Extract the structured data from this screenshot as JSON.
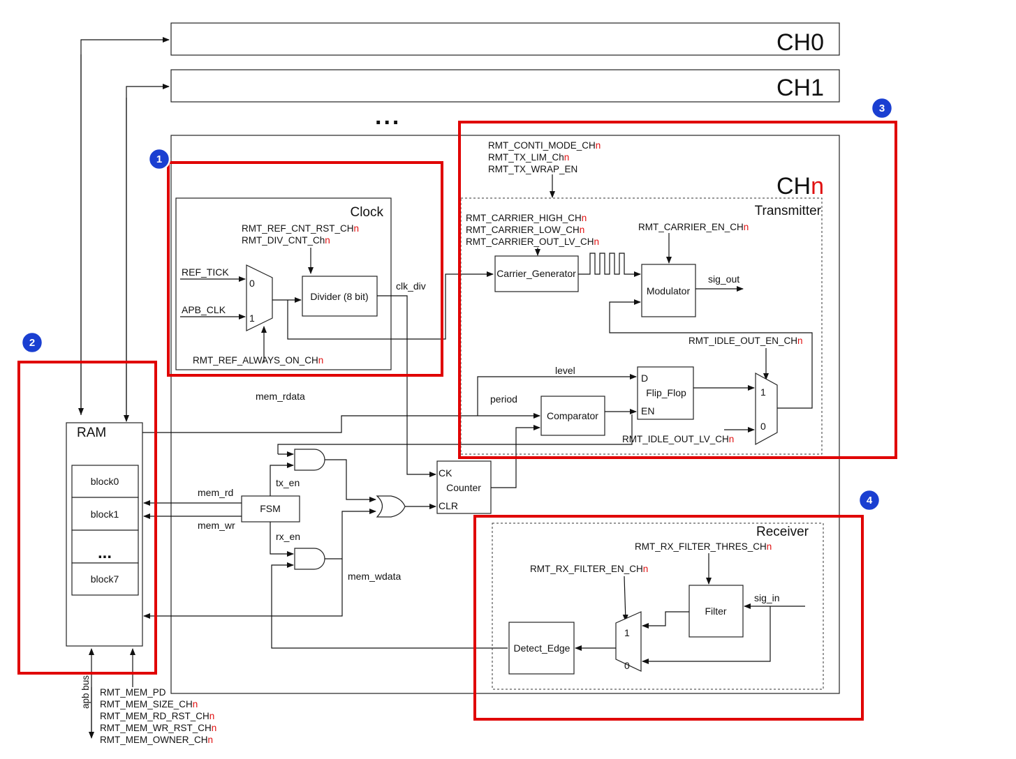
{
  "channels": {
    "ch0": "CH0",
    "ch1": "CH1",
    "ellipsis": "...",
    "chn_prefix": "CH",
    "chn_suffix": "n"
  },
  "clock": {
    "title": "Clock",
    "reg1_prefix": "RMT_REF_CNT_RST_CH",
    "reg2_prefix": "RMT_DIV_CNT_Ch",
    "suffix_n": "n",
    "ref_tick": "REF_TICK",
    "apb_clk": "APB_CLK",
    "mux_in0": "0",
    "mux_in1": "1",
    "divider": "Divider (8 bit)",
    "always_on_prefix": "RMT_REF_ALWAYS_ON_CH",
    "clk_div": "clk_div"
  },
  "ram": {
    "title": "RAM",
    "blocks": [
      "block0",
      "block1",
      "...",
      "block7"
    ],
    "apb_bus": "apb bus",
    "regs": [
      {
        "prefix": "RMT_MEM_PD",
        "suffix": ""
      },
      {
        "prefix": "RMT_MEM_SIZE_CH",
        "suffix": "n"
      },
      {
        "prefix": "RMT_MEM_RD_RST_CH",
        "suffix": "n"
      },
      {
        "prefix": "RMT_MEM_WR_RST_CH",
        "suffix": "n"
      },
      {
        "prefix": "RMT_MEM_OWNER_CH",
        "suffix": "n"
      }
    ]
  },
  "control": {
    "mem_rdata": "mem_rdata",
    "mem_rd": "mem_rd",
    "mem_wr": "mem_wr",
    "fsm": "FSM",
    "tx_en": "tx_en",
    "rx_en": "rx_en",
    "mem_wdata": "mem_wdata",
    "counter": "Counter",
    "ck": "CK",
    "clr": "CLR"
  },
  "transmitter": {
    "title": "Transmitter",
    "top_reg1_prefix": "RMT_CONTI_MODE_CH",
    "top_reg2_prefix": "RMT_TX_LIM_Ch",
    "top_reg3": "RMT_TX_WRAP_EN",
    "carrier_reg1_prefix": "RMT_CARRIER_HIGH_CH",
    "carrier_reg2_prefix": "RMT_CARRIER_LOW_CH",
    "carrier_reg3_prefix": "RMT_CARRIER_OUT_LV_CH",
    "carrier_en_prefix": "RMT_CARRIER_EN_CH",
    "suffix_n": "n",
    "carrier_generator": "Carrier_Generator",
    "modulator": "Modulator",
    "sig_out": "sig_out",
    "idle_out_en_prefix": "RMT_IDLE_OUT_EN_CH",
    "level": "level",
    "period": "period",
    "comparator": "Comparator",
    "flip_flop": "Flip_Flop",
    "ff_d": "D",
    "ff_en": "EN",
    "mux_in1": "1",
    "mux_in0": "0",
    "idle_out_lv_prefix": "RMT_IDLE_OUT_LV_CH"
  },
  "receiver": {
    "title": "Receiver",
    "filter_thres_prefix": "RMT_RX_FILTER_THRES_CH",
    "filter_en_prefix": "RMT_RX_FILTER_EN_CH",
    "suffix_n": "n",
    "filter": "Filter",
    "sig_in": "sig_in",
    "mux_in1": "1",
    "mux_in0": "0",
    "detect_edge": "Detect_Edge"
  },
  "badges": [
    "1",
    "2",
    "3",
    "4"
  ]
}
